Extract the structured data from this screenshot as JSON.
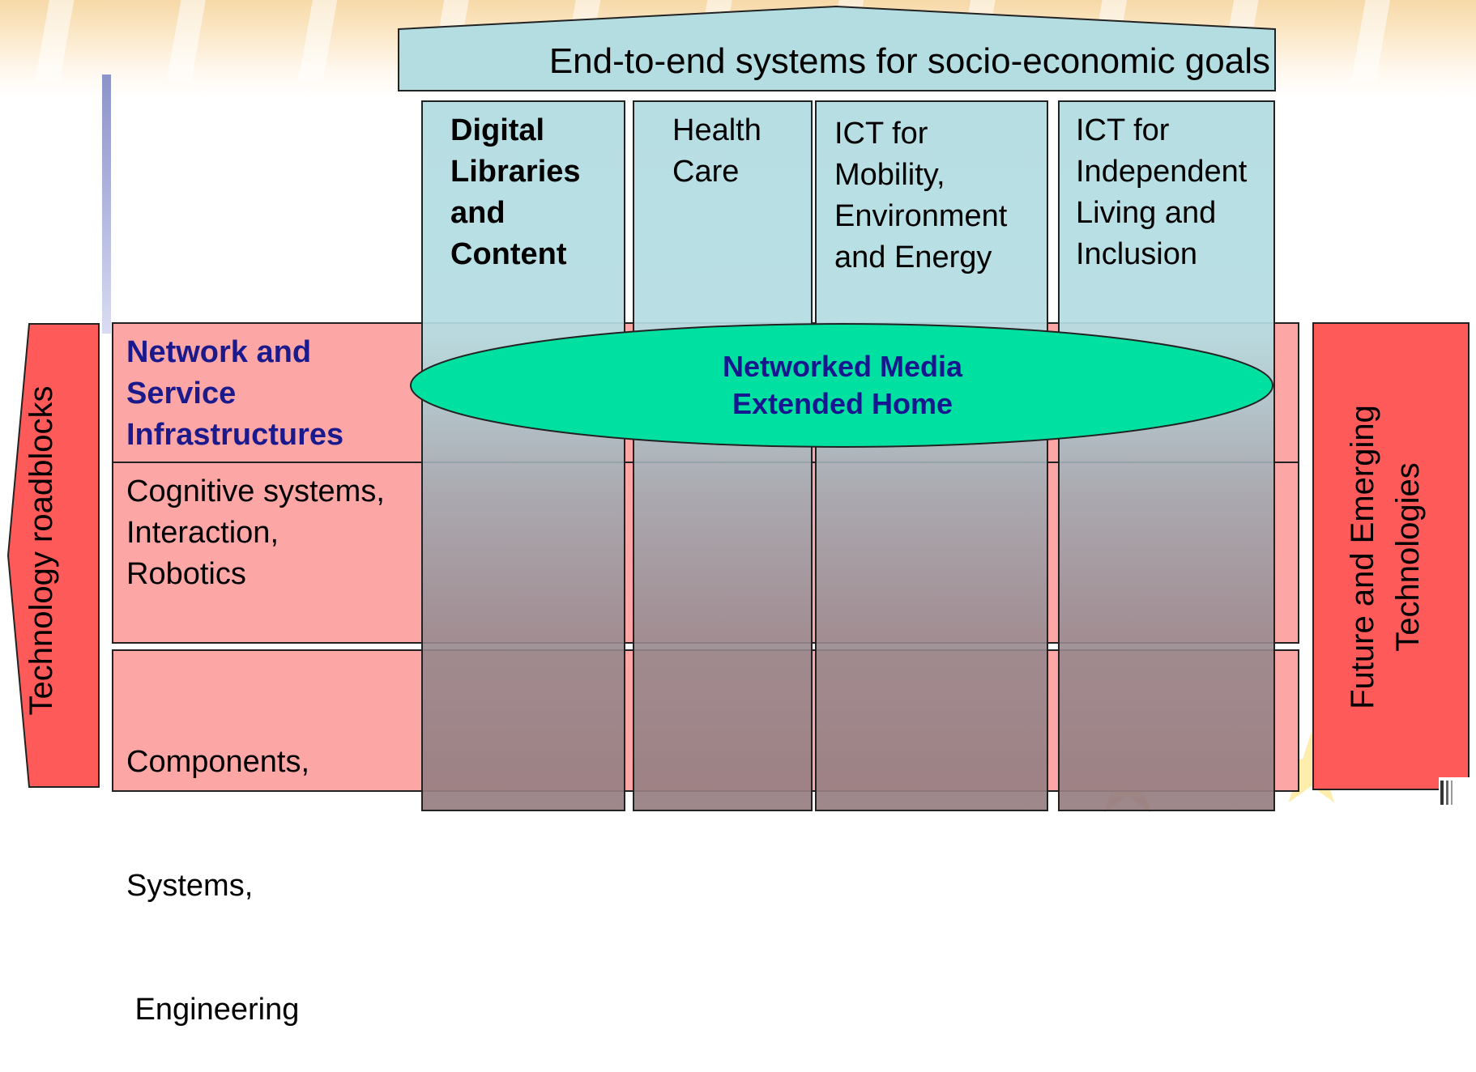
{
  "banner": {
    "title": "End-to-end systems for socio-economic goals"
  },
  "pillars": [
    {
      "lines": [
        "Digital",
        "Libraries",
        "and",
        "Content"
      ],
      "bold": true
    },
    {
      "lines": [
        "Health",
        "Care"
      ],
      "bold": false
    },
    {
      "lines": [
        "ICT for",
        "Mobility,",
        "Environment",
        "and Energy"
      ],
      "bold": false
    },
    {
      "lines": [
        "ICT for",
        "Independent",
        "Living and",
        "Inclusion"
      ],
      "bold": false
    }
  ],
  "rows": [
    {
      "lines": [
        "Network and",
        "Service",
        "Infrastructures"
      ],
      "bold": true
    },
    {
      "lines": [
        "Cognitive systems,",
        "Interaction,",
        "Robotics"
      ],
      "bold": false
    },
    {
      "lines": [
        "Components,",
        "Systems,",
        " Engineering"
      ],
      "bold": false
    }
  ],
  "ellipse": {
    "lines": [
      "Networked Media",
      "Extended Home"
    ]
  },
  "left_arrow": {
    "label": "Technology roadblocks"
  },
  "right_box": {
    "lines": [
      "Future and Emerging",
      "Technologies"
    ]
  },
  "colors": {
    "row_fill": "#fca7a6",
    "pillar_top": "#b4dde2",
    "ellipse_fill": "#00e0a0",
    "banner_fill": "#b4dde2",
    "right_box_fill": "#ff5a5a",
    "emphasis_text": "#16168f"
  }
}
